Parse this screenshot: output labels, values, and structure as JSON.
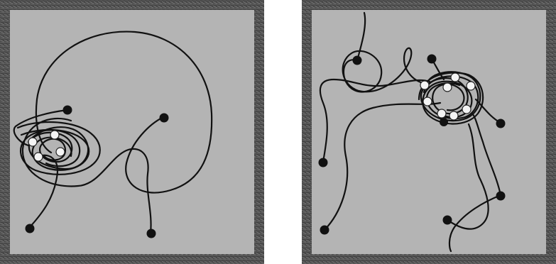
{
  "figure": {
    "panels": [
      {
        "id": "left",
        "description_name": "arena-left"
      },
      {
        "id": "right",
        "description_name": "arena-right"
      }
    ]
  },
  "colors": {
    "background": "#ffffff",
    "arena_floor": "#b4b4b4",
    "frame_dark": "#4a4a4a",
    "frame_light": "#8c8c8c",
    "trajectory": "#111111",
    "start_marker": "#111111",
    "end_marker": "#f4f4f4"
  },
  "icons": {
    "start_marker": "black-dot",
    "end_marker": "white-dot"
  }
}
